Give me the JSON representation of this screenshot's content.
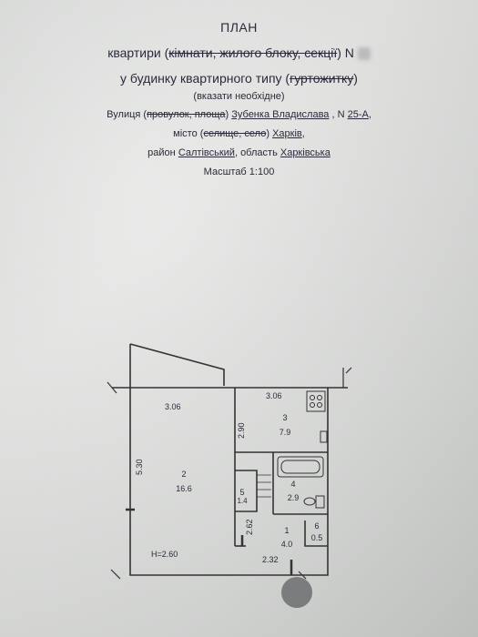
{
  "header": {
    "title": "ПЛАН",
    "line2_a": "квартири (",
    "line2_struck": "кімнати, жилого блоку, секції",
    "line2_b": ") N",
    "line3_a": "у будинку квартирного типу (",
    "line3_struck": "гуртожитку",
    "line3_b": ")",
    "hint": "(вказати необхідне)",
    "street_a": "Вулиця (",
    "street_struck": "провулок, площа",
    "street_b": ") ",
    "street_name": "Зубенка Владислава",
    "street_c": " , N ",
    "house_no": "25-А",
    "street_d": ",",
    "city_a": "місто (",
    "city_struck": "селище, село",
    "city_b": ") ",
    "city_name": "Харків",
    "city_c": ",",
    "district_a": "район ",
    "district_name": "Салтівський",
    "district_b": ",  область ",
    "region_name": "Харківська",
    "scale": "Масштаб 1:100"
  },
  "plan": {
    "dims": {
      "top_left": "3.06",
      "top_right": "3.06",
      "room3_height": "2.90",
      "left_side": "5.30",
      "lower_mid": "2.62",
      "bottom": "2.32",
      "ceiling": "H=2.60"
    },
    "rooms": [
      {
        "no": "1",
        "area": "4.0"
      },
      {
        "no": "2",
        "area": "16.6"
      },
      {
        "no": "3",
        "area": "7.9"
      },
      {
        "no": "4",
        "area": "2.9"
      },
      {
        "no": "5",
        "area": "1.4"
      },
      {
        "no": "6",
        "area": "0.5"
      }
    ]
  }
}
